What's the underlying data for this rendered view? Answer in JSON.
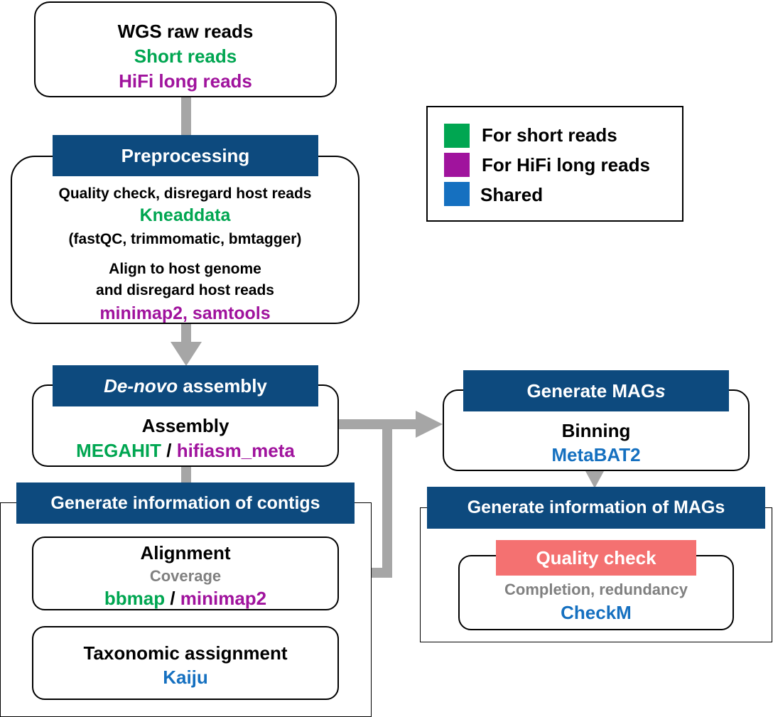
{
  "legend": {
    "items": [
      {
        "label": "For short reads",
        "color": "#00a651"
      },
      {
        "label": "For HiFi long reads",
        "color": "#a0139d"
      },
      {
        "label": "Shared",
        "color": "#1570c0"
      }
    ]
  },
  "raw_reads": {
    "title": "WGS raw reads",
    "short": "Short reads",
    "hifi": "HiFi long reads"
  },
  "preprocessing": {
    "header": "Preprocessing",
    "qc_label": "Quality check, disregard host reads",
    "qc_tool": "Kneaddata",
    "qc_subtools": "(fastQC, trimmomatic, bmtagger)",
    "align_label_1": "Align to host genome",
    "align_label_2": "and disregard host reads",
    "align_tools": "minimap2, samtools"
  },
  "assembly": {
    "header_italic": "De-novo",
    "header_rest": " assembly",
    "label": "Assembly",
    "tool_short": "MEGAHIT",
    "sep": " / ",
    "tool_hifi": "hifiasm_meta"
  },
  "contigs": {
    "header": "Generate information of contigs",
    "alignment_label": "Alignment",
    "alignment_sub": "Coverage",
    "alignment_tool_short": "bbmap",
    "alignment_sep": " / ",
    "alignment_tool_hifi": "minimap2",
    "taxonomy_label": "Taxonomic assignment",
    "taxonomy_tool": "Kaiju"
  },
  "mags": {
    "header_main": "Generate MAG",
    "header_italic": "s",
    "binning_label": "Binning",
    "binning_tool": "MetaBAT2"
  },
  "mag_info": {
    "header": "Generate information of MAGs",
    "qc_header": "Quality check",
    "qc_header_color": "#f47171",
    "qc_sub": "Completion, redundancy",
    "qc_tool": "CheckM"
  },
  "colors": {
    "header_bg": "#0d4a7e",
    "connector": "#a6a6a6"
  }
}
